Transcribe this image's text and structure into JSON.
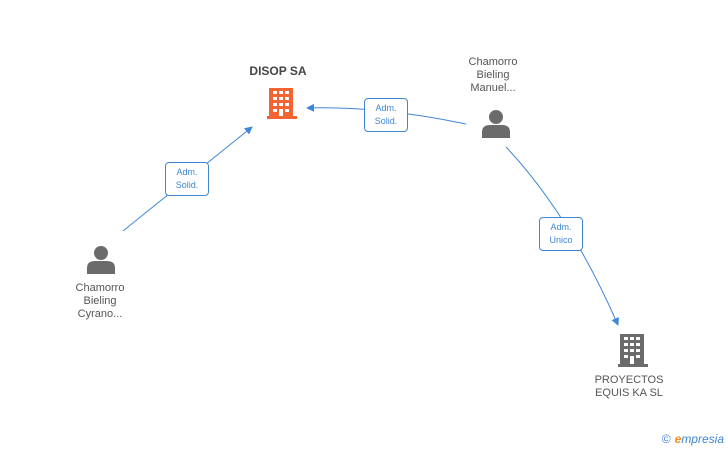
{
  "colors": {
    "edge": "#3f86d6",
    "main_company": "#f26533",
    "company": "#6b6b6b",
    "person": "#6b6b6b"
  },
  "nodes": {
    "disop": {
      "lines": [
        "DISOP SA"
      ],
      "icon": "building-icon"
    },
    "manuel": {
      "lines": [
        "Chamorro",
        "Bieling",
        "Manuel..."
      ],
      "icon": "person-icon"
    },
    "cyrano": {
      "lines": [
        "Chamorro",
        "Bieling",
        "Cyrano..."
      ],
      "icon": "person-icon"
    },
    "proyectos": {
      "lines": [
        "PROYECTOS",
        "EQUIS KA SL"
      ],
      "icon": "building-icon"
    }
  },
  "edges": {
    "manuel_disop": [
      "Adm.",
      "Solid."
    ],
    "cyrano_disop": [
      "Adm.",
      "Solid."
    ],
    "manuel_proyectos": [
      "Adm.",
      "Unico"
    ]
  },
  "brand": {
    "copyright": "©",
    "first_letter": "e",
    "rest": "mpresia"
  }
}
